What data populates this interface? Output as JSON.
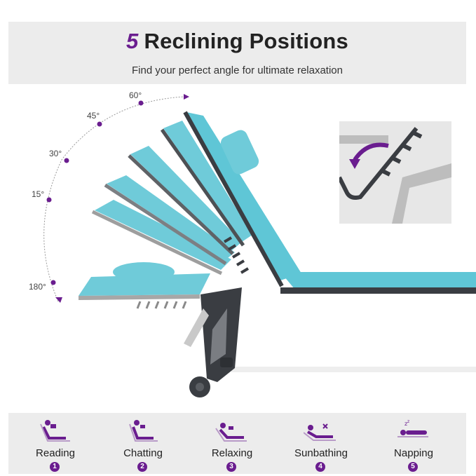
{
  "header": {
    "title_number": "5",
    "title_text": "Reclining Positions",
    "subtitle": "Find your perfect angle for ultimate relaxation"
  },
  "angles": [
    "60°",
    "45°",
    "30°",
    "15°",
    "180°"
  ],
  "positions": [
    {
      "label": "Reading",
      "number": "1",
      "icon": "reading-icon"
    },
    {
      "label": "Chatting",
      "number": "2",
      "icon": "chatting-icon"
    },
    {
      "label": "Relaxing",
      "number": "3",
      "icon": "relaxing-icon"
    },
    {
      "label": "Sunbathing",
      "number": "4",
      "icon": "sunbathing-icon"
    },
    {
      "label": "Napping",
      "number": "5",
      "icon": "napping-icon"
    }
  ],
  "colors": {
    "accent": "#6a1d8f",
    "fabric": "#5fc6d6",
    "frame": "#3a3d42",
    "panel": "#ececec"
  }
}
